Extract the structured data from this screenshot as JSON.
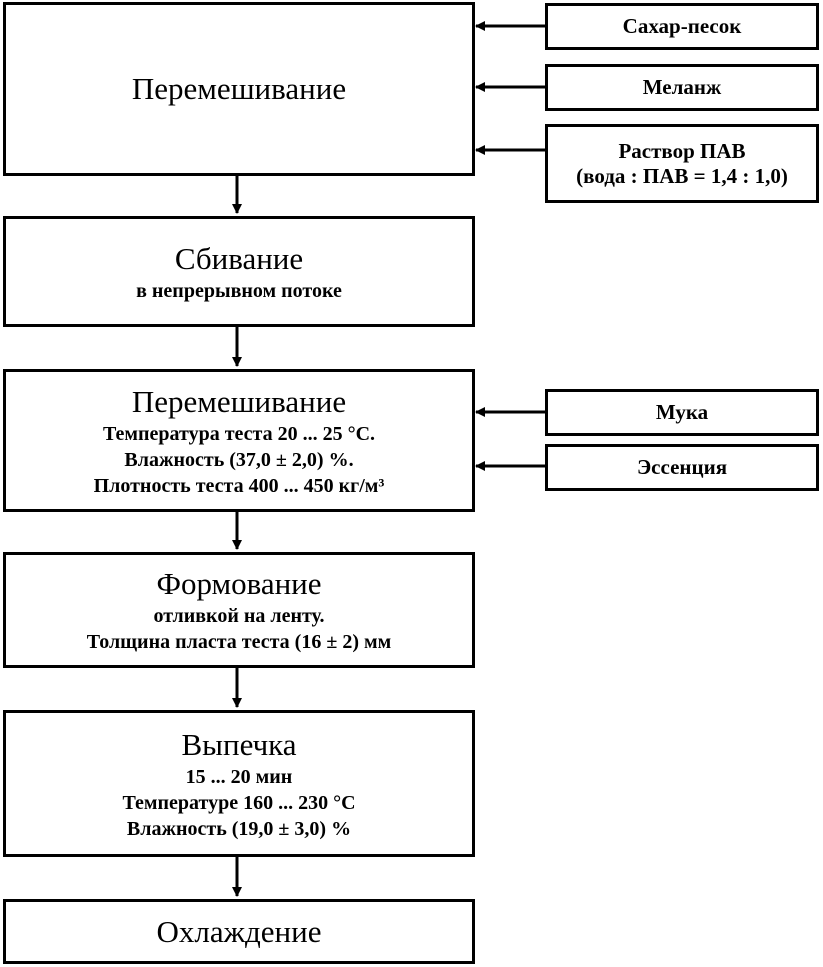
{
  "steps": [
    {
      "title": "Перемешивание",
      "lines": []
    },
    {
      "title": "Сбивание",
      "lines": [
        "в непрерывном потоке"
      ]
    },
    {
      "title": "Перемешивание",
      "lines": [
        "Температура теста 20 ... 25 °С.",
        "Влажность (37,0 ± 2,0) %.",
        "Плотность теста 400 ... 450 кг/м³"
      ]
    },
    {
      "title": "Формование",
      "lines": [
        "отливкой на ленту.",
        "Толщина пласта теста (16 ± 2) мм"
      ]
    },
    {
      "title": "Выпечка",
      "lines": [
        "15 ... 20 мин",
        "Температуре 160 ... 230 °С",
        "Влажность (19,0 ± 3,0) %"
      ]
    },
    {
      "title": "Охлаждение",
      "lines": []
    }
  ],
  "inputs": [
    {
      "lines": [
        "Сахар-песок"
      ],
      "target_step": 0
    },
    {
      "lines": [
        "Меланж"
      ],
      "target_step": 0
    },
    {
      "lines": [
        "Раствор ПАВ",
        "(вода : ПАВ = 1,4 : 1,0)"
      ],
      "target_step": 0
    },
    {
      "lines": [
        "Мука"
      ],
      "target_step": 2
    },
    {
      "lines": [
        "Эссенция"
      ],
      "target_step": 2
    }
  ]
}
